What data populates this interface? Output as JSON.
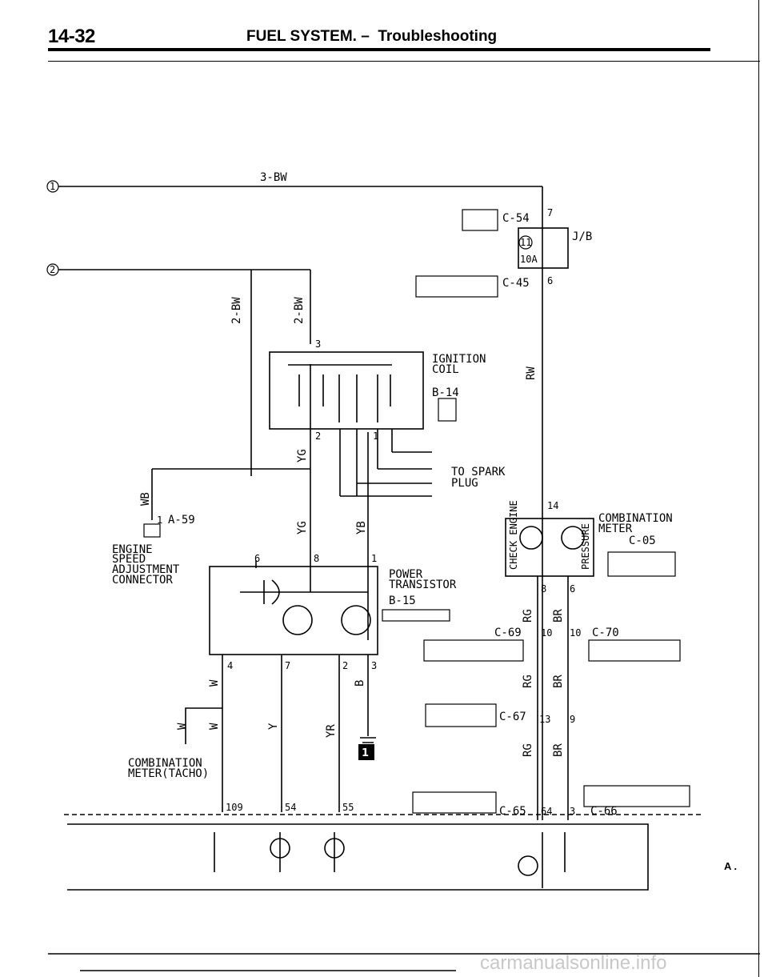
{
  "header": {
    "page_number": "14-32",
    "title": "FUEL SYSTEM. –  Troubleshooting"
  },
  "markers": {
    "m1": "1",
    "m2": "2"
  },
  "wires": {
    "w3bw": "3-BW",
    "w2bw_a": "2-BW",
    "w2bw_b": "2-BW",
    "rw": "RW",
    "wb": "WB",
    "yg_a": "YG",
    "yg_b": "YG",
    "yb": "YB",
    "rg_a": "RG",
    "br_a": "BR",
    "rg_b": "RG",
    "br_b": "BR",
    "rg_c": "RG",
    "br_c": "BR",
    "w_a": "W",
    "w_b": "W",
    "w_c": "W",
    "b": "B",
    "y": "Y",
    "yr": "YR"
  },
  "connectors": {
    "c54": "C-54",
    "c45": "C-45",
    "b14": "B-14",
    "a59": "A-59",
    "c05": "C-05",
    "b15": "B-15",
    "c69": "C-69",
    "c70": "C-70",
    "c67": "C-67",
    "c65": "C-65",
    "c66": "C-66"
  },
  "components": {
    "jb": "J/B",
    "fuse_no": "11",
    "fuse_rating": "10A",
    "ignition_coil_1": "IGNITION",
    "ignition_coil_2": "COIL",
    "spark_1": "TO SPARK",
    "spark_2": "PLUG",
    "combination_meter_1": "COMBINATION",
    "combination_meter_2": "METER",
    "check_engine": "CHECK ENGINE",
    "pressure": "PRESSURE",
    "engine_speed_1": "ENGINE",
    "engine_speed_2": "SPEED",
    "engine_speed_3": "ADJUSTMENT",
    "engine_speed_4": "CONNECTOR",
    "power_transistor_1": "POWER",
    "power_transistor_2": "TRANSISTOR",
    "tacho_1": "COMBINATION",
    "tacho_2": "METER(TACHO)"
  },
  "pins": {
    "p7": "7",
    "p6": "6",
    "p3": "3",
    "p2": "2",
    "p1": "1",
    "p14": "14",
    "pa59": "1",
    "pt6": "6",
    "pt8": "8",
    "pt1": "1",
    "p8": "8",
    "p6b": "6",
    "p10a": "10",
    "p10b": "10",
    "p4": "4",
    "p7b": "7",
    "p2b": "2",
    "p3b": "3",
    "p13": "13",
    "p9": "9",
    "p109": "109",
    "p54": "54",
    "p55": "55",
    "p64": "64",
    "p3c": "3"
  },
  "note_symbol": "1",
  "footer": {
    "site": "carmanualsonline.info"
  },
  "stray": {
    "a": "A ."
  }
}
